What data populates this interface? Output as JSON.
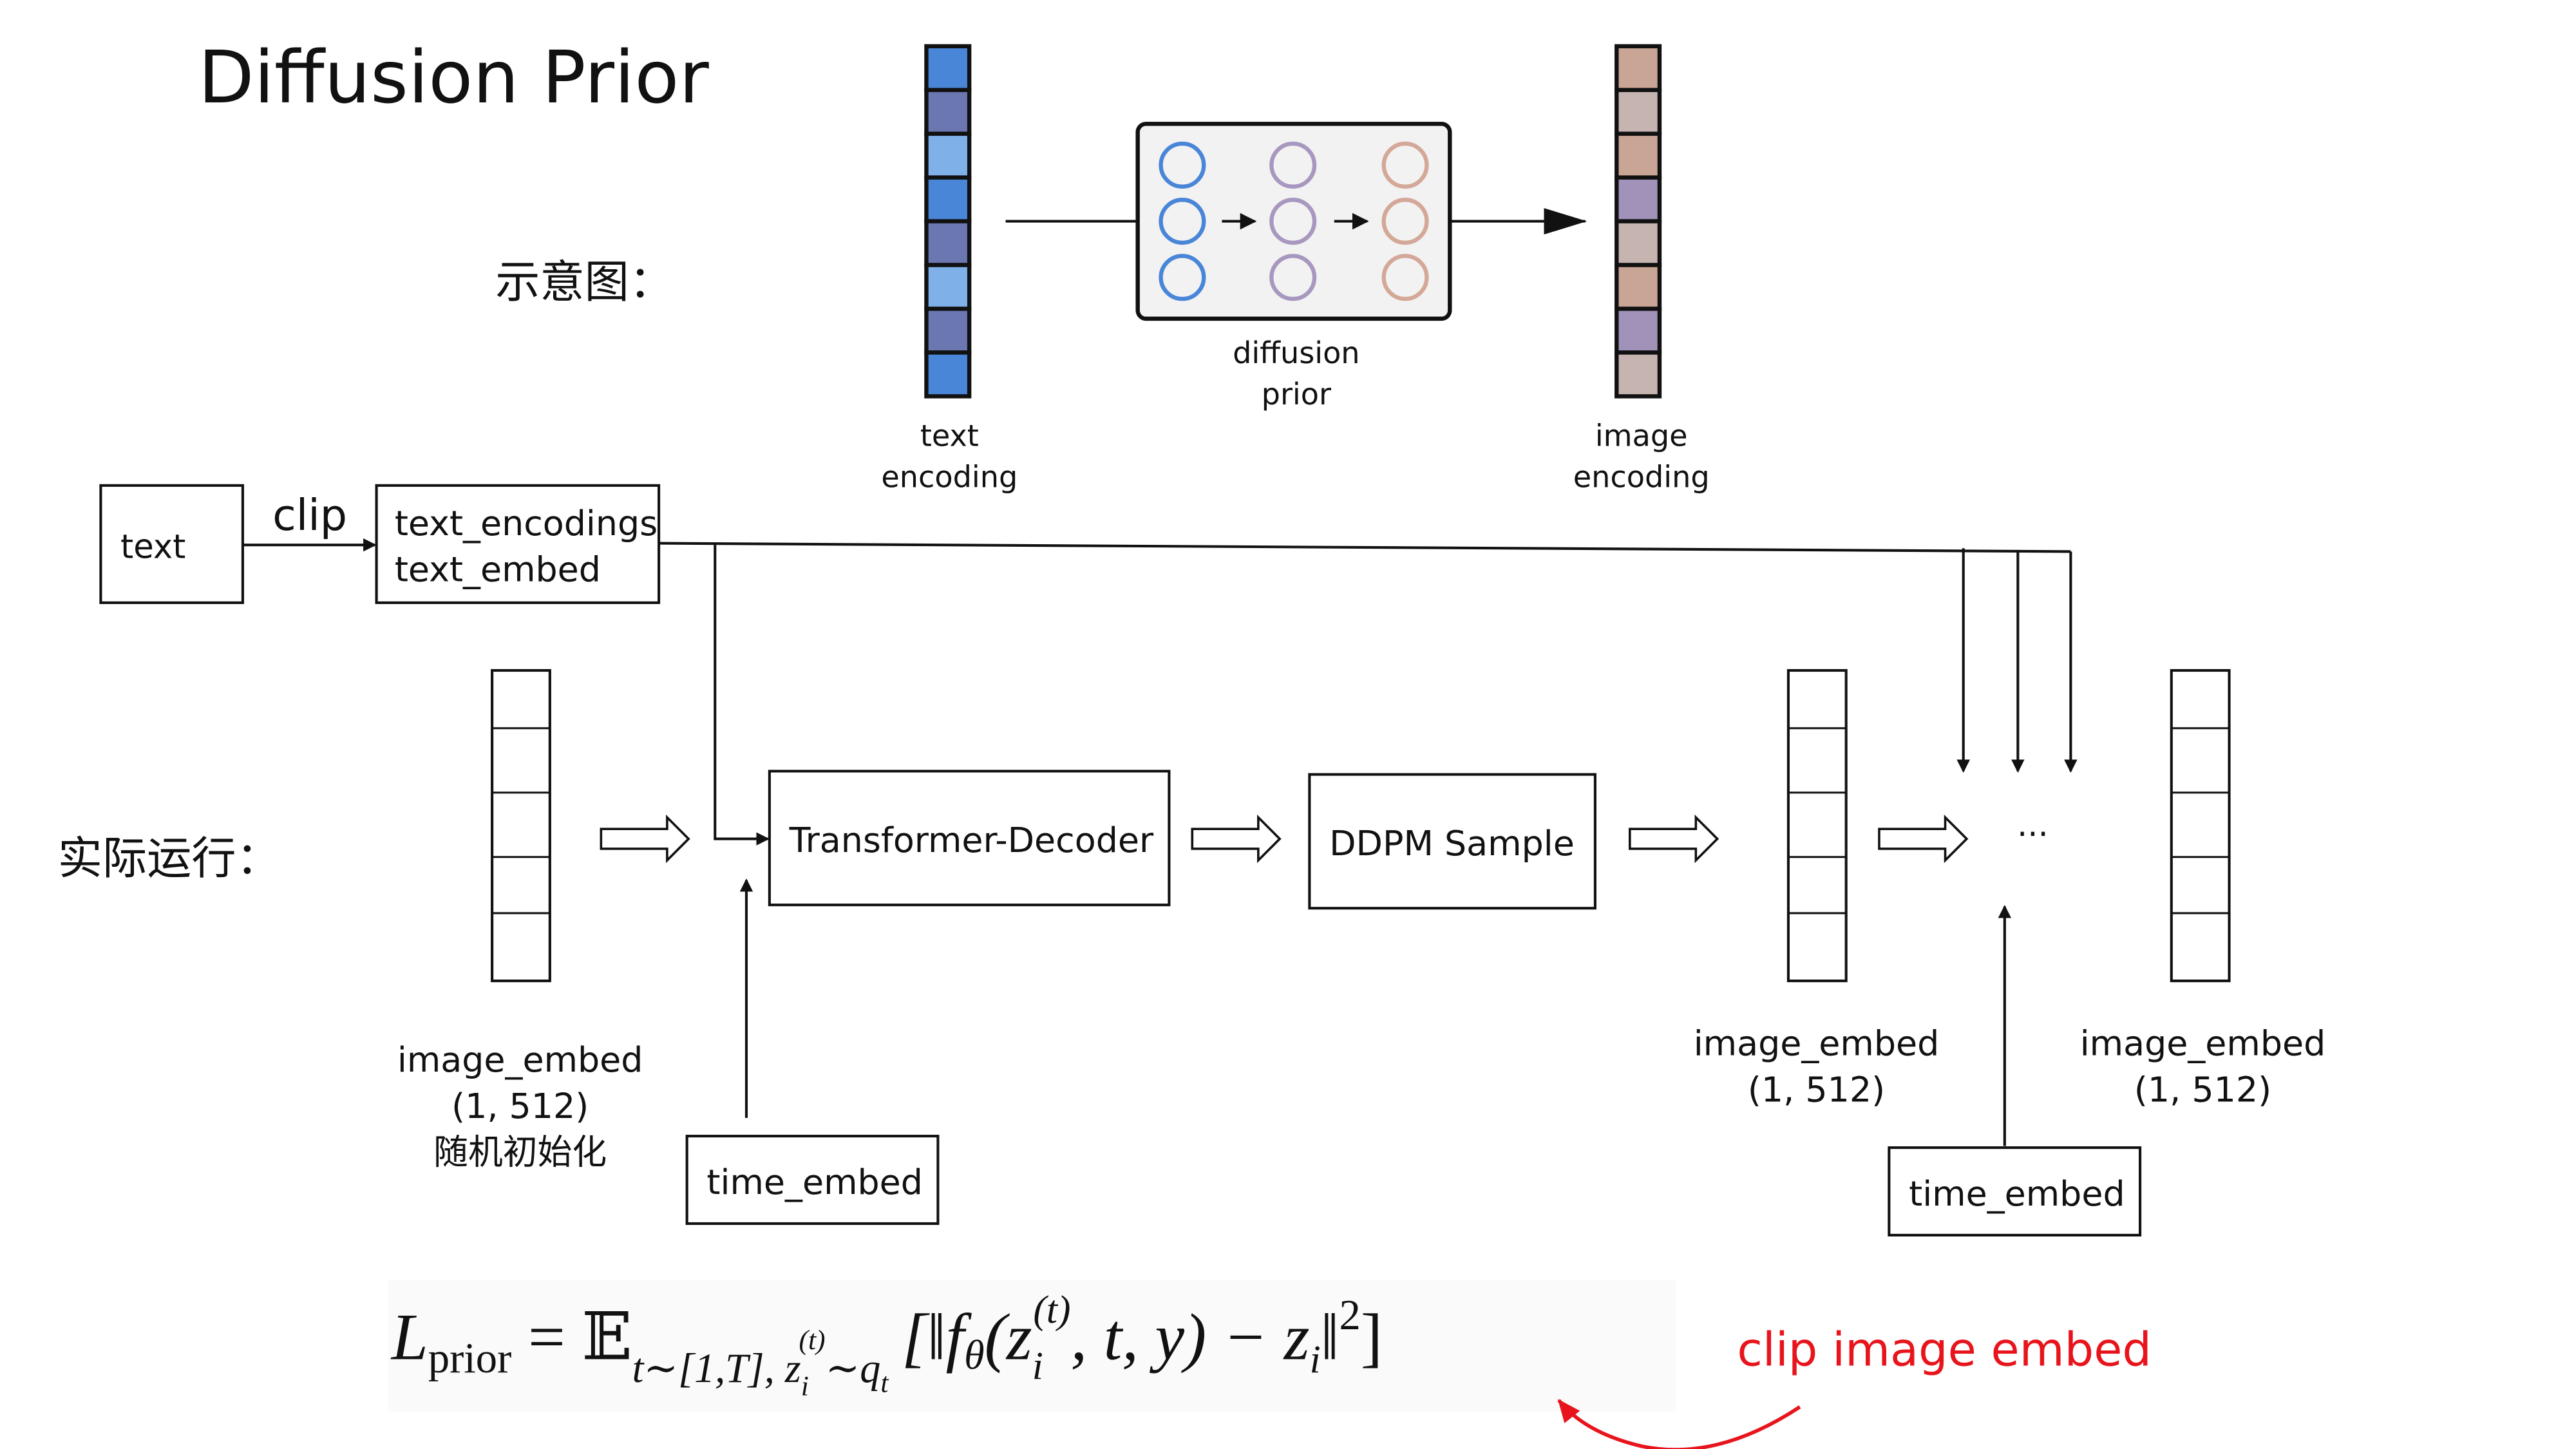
{
  "title": "Diffusion Prior",
  "schematic_label": "示意图：",
  "runtime_label": "实际运行：",
  "schematic": {
    "text_encoding_label": [
      "text",
      "encoding"
    ],
    "prior_label": [
      "diffusion",
      "prior"
    ],
    "image_encoding_label": [
      "image",
      "encoding"
    ],
    "text_encoding_colors": [
      "#4a86d8",
      "#6a77b0",
      "#7fb0e8",
      "#4a86d8",
      "#6a77b0",
      "#7fb0e8",
      "#6a77b0",
      "#4a86d8"
    ],
    "image_encoding_colors": [
      "#c9a595",
      "#c6b4b0",
      "#c9a595",
      "#a092b8",
      "#c6b4b0",
      "#c9a595",
      "#a092b8",
      "#c6b4b0"
    ],
    "layer_colors": [
      "#4a86d8",
      "#a898c0",
      "#d4a898"
    ]
  },
  "flow": {
    "text_box": "text",
    "clip_label": "clip",
    "encodings_box": [
      "text_encodings",
      "text_embed"
    ],
    "transformer_box": "Transformer-Decoder",
    "ddpm_box": "DDPM Sample",
    "ellipsis": "···",
    "time_embed_1": "time_embed",
    "time_embed_2": "time_embed",
    "embed_1": [
      "image_embed",
      "(1, 512)",
      "随机初始化"
    ],
    "embed_2": [
      "image_embed",
      "(1, 512)"
    ],
    "embed_3": [
      "image_embed",
      "(1, 512)"
    ]
  },
  "formula": {
    "lhs": "L",
    "lhs_sub": "prior",
    "eq": "=",
    "expect": "𝔼",
    "expect_sub": "t∼[1,T], z",
    "expect_sub_sub": "i",
    "expect_sub_sup": "(t)",
    "expect_sub_tail": "∼q",
    "expect_sub_tail_sub": "t",
    "body_open": "[‖f",
    "theta": "θ",
    "paren": "(z",
    "zi_sub": "i",
    "zi_sup": "(t)",
    "args": ", t, y) − z",
    "z_sub": "i",
    "close": "‖",
    "power": "2",
    "bracket_close": "]"
  },
  "annotation": {
    "text": "clip image embed",
    "color": "#e8141c"
  }
}
